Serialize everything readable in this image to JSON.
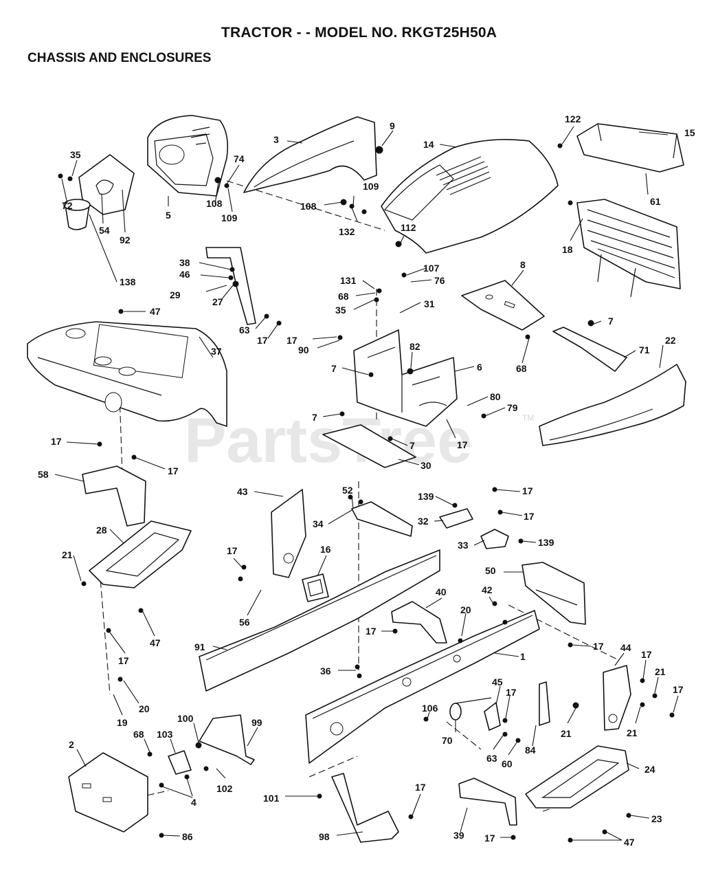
{
  "header": {
    "title": "TRACTOR - - MODEL NO. RKGT25H50A",
    "section": "CHASSIS AND ENCLOSURES"
  },
  "watermark": {
    "text": "PartsTree",
    "mark": "TM"
  },
  "callouts": [
    {
      "id": "c1",
      "label": "3"
    },
    {
      "id": "c2",
      "label": "9"
    },
    {
      "id": "c3",
      "label": "14"
    },
    {
      "id": "c4",
      "label": "122"
    },
    {
      "id": "c5",
      "label": "15"
    },
    {
      "id": "c6",
      "label": "61"
    },
    {
      "id": "c7",
      "label": "35"
    },
    {
      "id": "c8",
      "label": "72"
    },
    {
      "id": "c9",
      "label": "54"
    },
    {
      "id": "c10",
      "label": "92"
    },
    {
      "id": "c11",
      "label": "5"
    },
    {
      "id": "c12",
      "label": "74"
    },
    {
      "id": "c13",
      "label": "108"
    },
    {
      "id": "c14",
      "label": "109"
    },
    {
      "id": "c15",
      "label": "109"
    },
    {
      "id": "c16",
      "label": "108"
    },
    {
      "id": "c17",
      "label": "132"
    },
    {
      "id": "c18",
      "label": "112"
    },
    {
      "id": "c19",
      "label": "18"
    },
    {
      "id": "c20",
      "label": "138"
    },
    {
      "id": "c21",
      "label": "38"
    },
    {
      "id": "c22",
      "label": "46"
    },
    {
      "id": "c23",
      "label": "29"
    },
    {
      "id": "c24",
      "label": "27"
    },
    {
      "id": "c25",
      "label": "47"
    },
    {
      "id": "c26",
      "label": "63"
    },
    {
      "id": "c27",
      "label": "17"
    },
    {
      "id": "c28",
      "label": "107"
    },
    {
      "id": "c29",
      "label": "131"
    },
    {
      "id": "c30",
      "label": "76"
    },
    {
      "id": "c31",
      "label": "68"
    },
    {
      "id": "c32",
      "label": "35"
    },
    {
      "id": "c33",
      "label": "31"
    },
    {
      "id": "c34",
      "label": "8"
    },
    {
      "id": "c35",
      "label": "7"
    },
    {
      "id": "c36",
      "label": "37"
    },
    {
      "id": "c37",
      "label": "17"
    },
    {
      "id": "c38",
      "label": "90"
    },
    {
      "id": "c39",
      "label": "82"
    },
    {
      "id": "c40",
      "label": "6"
    },
    {
      "id": "c41",
      "label": "68"
    },
    {
      "id": "c42",
      "label": "71"
    },
    {
      "id": "c43",
      "label": "22"
    },
    {
      "id": "c44",
      "label": "7"
    },
    {
      "id": "c45",
      "label": "80"
    },
    {
      "id": "c46",
      "label": "79"
    },
    {
      "id": "c47",
      "label": "7"
    },
    {
      "id": "c48",
      "label": "17"
    },
    {
      "id": "c49",
      "label": "7"
    },
    {
      "id": "c50",
      "label": "30"
    },
    {
      "id": "c51",
      "label": "17"
    },
    {
      "id": "c52",
      "label": "17"
    },
    {
      "id": "c53",
      "label": "58"
    },
    {
      "id": "c54",
      "label": "43"
    },
    {
      "id": "c55",
      "label": "52"
    },
    {
      "id": "c56",
      "label": "139"
    },
    {
      "id": "c57",
      "label": "17"
    },
    {
      "id": "c58",
      "label": "34"
    },
    {
      "id": "c59",
      "label": "32"
    },
    {
      "id": "c60",
      "label": "17"
    },
    {
      "id": "c61",
      "label": "33"
    },
    {
      "id": "c62",
      "label": "139"
    },
    {
      "id": "c63",
      "label": "28"
    },
    {
      "id": "c64",
      "label": "17"
    },
    {
      "id": "c65",
      "label": "16"
    },
    {
      "id": "c66",
      "label": "50"
    },
    {
      "id": "c67",
      "label": "21"
    },
    {
      "id": "c68",
      "label": "56"
    },
    {
      "id": "c69",
      "label": "40"
    },
    {
      "id": "c70",
      "label": "42"
    },
    {
      "id": "c71",
      "label": "20"
    },
    {
      "id": "c72",
      "label": "47"
    },
    {
      "id": "c73",
      "label": "17"
    },
    {
      "id": "c74",
      "label": "17"
    },
    {
      "id": "c75",
      "label": "91"
    },
    {
      "id": "c76",
      "label": "1"
    },
    {
      "id": "c77",
      "label": "44"
    },
    {
      "id": "c78",
      "label": "17"
    },
    {
      "id": "c79",
      "label": "17"
    },
    {
      "id": "c80",
      "label": "36"
    },
    {
      "id": "c81",
      "label": "21"
    },
    {
      "id": "c82",
      "label": "20"
    },
    {
      "id": "c83",
      "label": "17"
    },
    {
      "id": "c84",
      "label": "45"
    },
    {
      "id": "c85",
      "label": "17"
    },
    {
      "id": "c86",
      "label": "19"
    },
    {
      "id": "c87",
      "label": "106"
    },
    {
      "id": "c88",
      "label": "100"
    },
    {
      "id": "c89",
      "label": "99"
    },
    {
      "id": "c90",
      "label": "21"
    },
    {
      "id": "c91",
      "label": "21"
    },
    {
      "id": "c92",
      "label": "2"
    },
    {
      "id": "c93",
      "label": "68"
    },
    {
      "id": "c94",
      "label": "103"
    },
    {
      "id": "c95",
      "label": "70"
    },
    {
      "id": "c96",
      "label": "84"
    },
    {
      "id": "c97",
      "label": "63"
    },
    {
      "id": "c98",
      "label": "60"
    },
    {
      "id": "c99",
      "label": "24"
    },
    {
      "id": "c100",
      "label": "4"
    },
    {
      "id": "c101",
      "label": "102"
    },
    {
      "id": "c102",
      "label": "101"
    },
    {
      "id": "c103",
      "label": "17"
    },
    {
      "id": "c104",
      "label": "86"
    },
    {
      "id": "c105",
      "label": "98"
    },
    {
      "id": "c106",
      "label": "39"
    },
    {
      "id": "c107",
      "label": "23"
    },
    {
      "id": "c108",
      "label": "17"
    },
    {
      "id": "c109",
      "label": "47"
    }
  ]
}
